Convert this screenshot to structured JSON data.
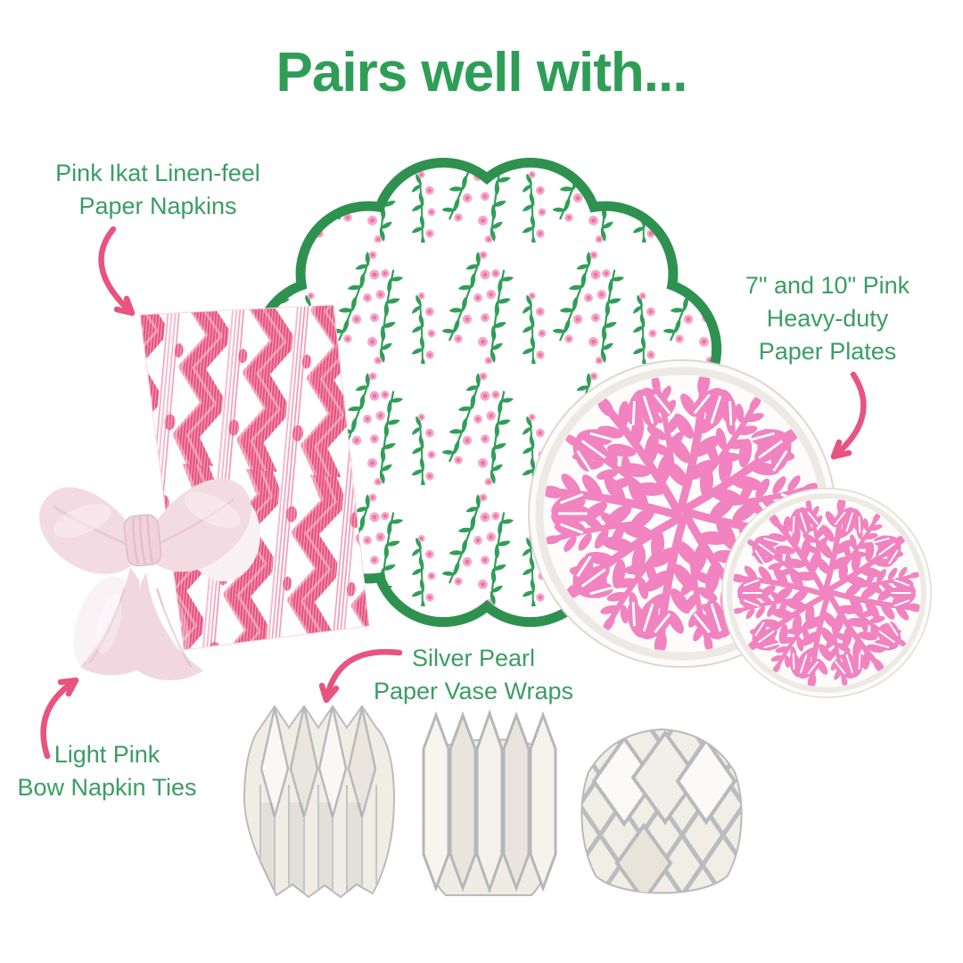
{
  "title": {
    "text": "Pairs well with...",
    "color": "#2e9e57"
  },
  "labels": {
    "napkins": {
      "lines": [
        "Pink Ikat Linen-feel",
        "Paper Napkins"
      ]
    },
    "plates": {
      "lines": [
        "7\" and 10\" Pink",
        "Heavy-duty",
        "Paper Plates"
      ]
    },
    "vase_wraps": {
      "lines": [
        "Silver Pearl",
        "Paper Vase Wraps"
      ]
    },
    "bow_ties": {
      "lines": [
        "Light Pink",
        "Bow Napkin Ties"
      ]
    }
  },
  "products": [
    {
      "name": "Pink Ikat Linen-feel Paper Napkins"
    },
    {
      "name": "7\" and 10\" Pink Heavy-duty Paper Plates"
    },
    {
      "name": "Silver Pearl Paper Vase Wraps"
    },
    {
      "name": "Light Pink Bow Napkin Ties"
    }
  ],
  "colors": {
    "title_green": "#2e9e57",
    "label_green": "#3a9d64",
    "arrow_pink": "#e8537f",
    "plate_pink": "#f183c0",
    "ikat_pink": "#e7507e",
    "leaf_green": "#2f9e58",
    "placemat_border_green": "#2e9150",
    "blossom_pink": "#f6a9c7",
    "bow_pink": "#f3dbe3",
    "pearl_white": "#f0ede5",
    "silver": "#b7babd"
  }
}
